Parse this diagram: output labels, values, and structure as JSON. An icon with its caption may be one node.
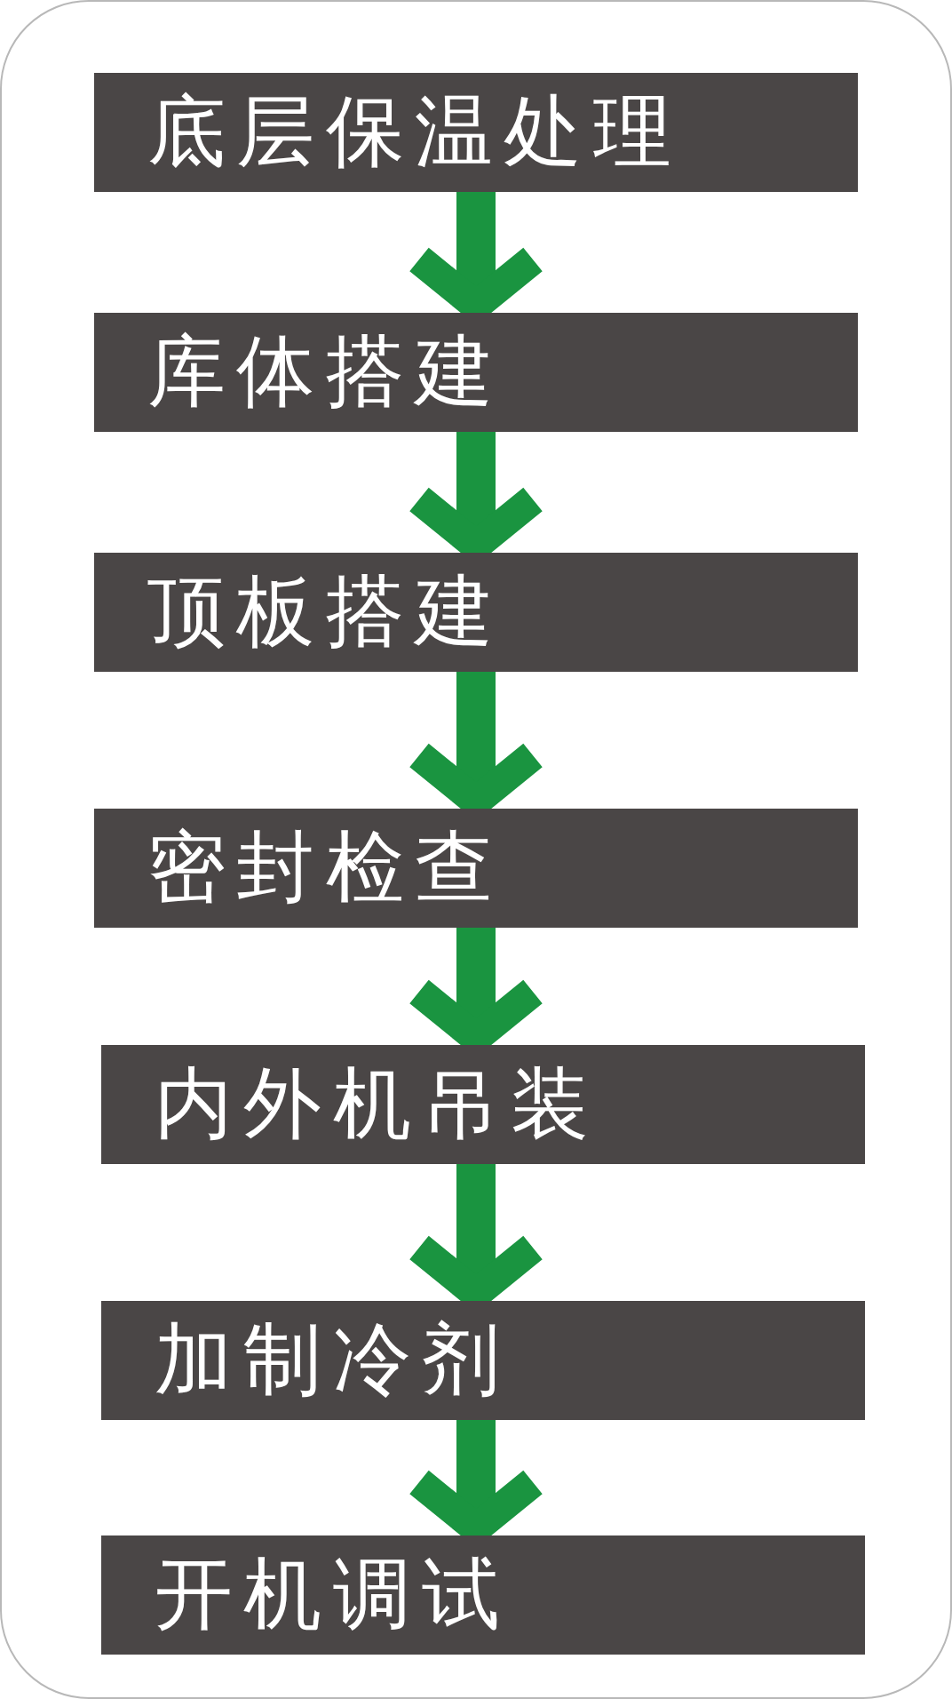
{
  "diagram": {
    "nodes": [
      {
        "text": [
          "底层保温处理"
        ]
      },
      {
        "text": [
          "库体搭建"
        ]
      },
      {
        "text": [
          "顶板搭建"
        ]
      },
      {
        "text": [
          "密封检查"
        ]
      },
      {
        "text": [
          "内外机吊装"
        ]
      },
      {
        "text": [
          "加制冷剂"
        ]
      },
      {
        "text": [
          "开机调试"
        ]
      }
    ],
    "edges": [
      {
        "from": 0,
        "to": 1,
        "arrow": "to",
        "color": "#1a9440"
      },
      {
        "from": 1,
        "to": 2,
        "arrow": "to",
        "color": "#1a9440"
      },
      {
        "from": 2,
        "to": 3,
        "arrow": "to",
        "color": "#1a9440"
      },
      {
        "from": 3,
        "to": 4,
        "arrow": "to",
        "color": "#1a9440"
      },
      {
        "from": 4,
        "to": 5,
        "arrow": "to",
        "color": "#1a9440"
      },
      {
        "from": 5,
        "to": 6,
        "arrow": "to",
        "color": "#1a9440"
      }
    ]
  }
}
